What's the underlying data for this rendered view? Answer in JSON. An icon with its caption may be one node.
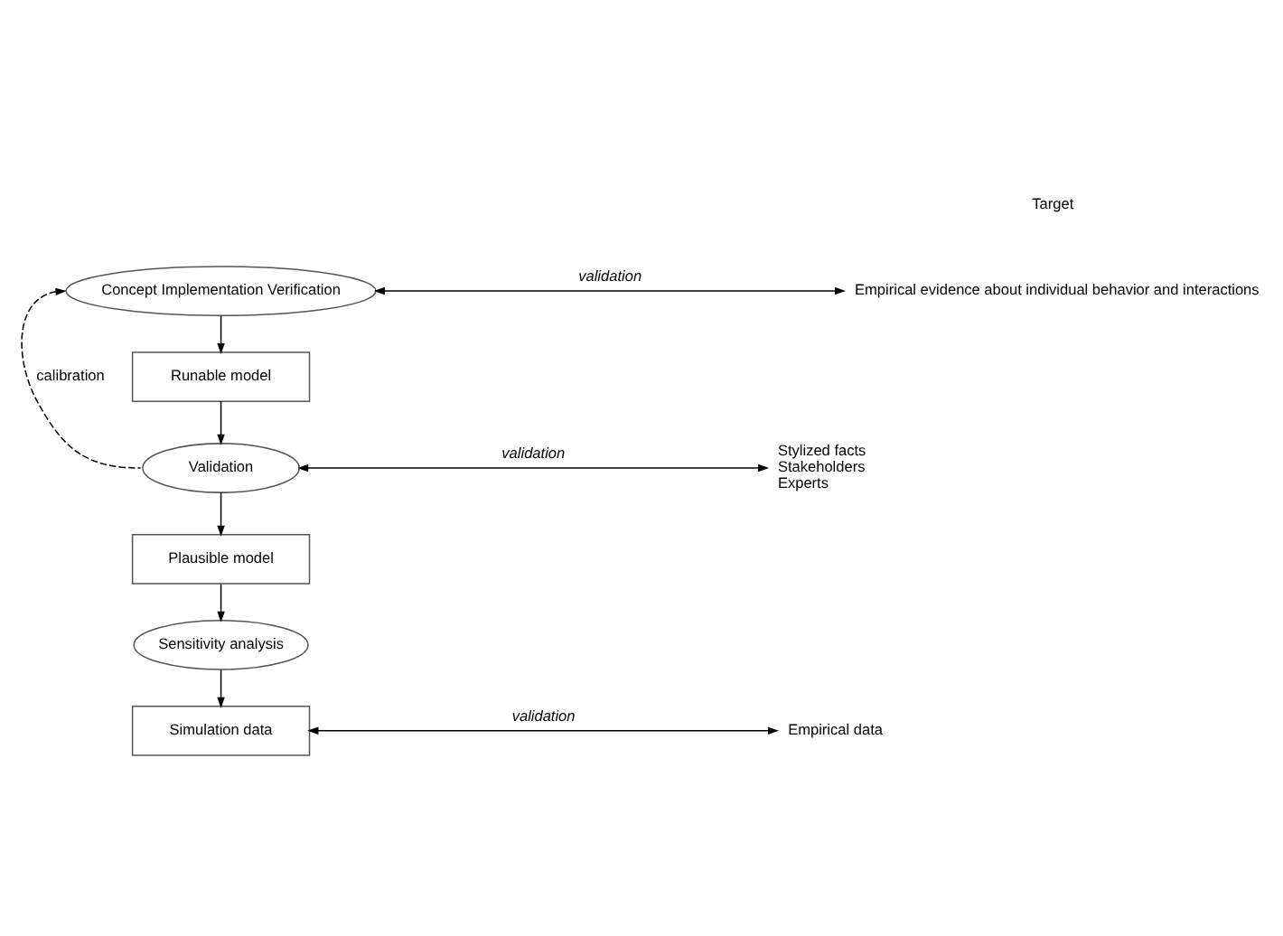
{
  "diagram": {
    "nodes": [
      {
        "text": [
          "Concept Implementation Verification"
        ]
      },
      {
        "text": [
          "Runable model"
        ]
      },
      {
        "text": [
          "Validation"
        ]
      },
      {
        "text": [
          "Plausible model"
        ]
      },
      {
        "text": [
          "Sensitivity analysis"
        ]
      },
      {
        "text": [
          "Simulation data"
        ]
      },
      {
        "text": [
          "Empirical evidence about individual behavior and interactions"
        ]
      },
      {
        "text": [
          "Stylized facts",
          "Stakeholders",
          "Experts"
        ]
      },
      {
        "text": [
          "Empirical data"
        ]
      }
    ],
    "edges": [
      {
        "from": 0,
        "to": 1,
        "arrow": "to"
      },
      {
        "from": 1,
        "to": 2,
        "arrow": "to"
      },
      {
        "from": 2,
        "to": 3,
        "arrow": "to"
      },
      {
        "from": 3,
        "to": 4,
        "arrow": "to"
      },
      {
        "from": 4,
        "to": 5,
        "arrow": "to"
      },
      {
        "from": 2,
        "to": 0,
        "arrow": "to",
        "label": "calibration",
        "style": "dashed"
      },
      {
        "from": 0,
        "to": 6,
        "arrow": "both",
        "label": "validation"
      },
      {
        "from": 2,
        "to": 7,
        "arrow": "both",
        "label": "validation"
      },
      {
        "from": 5,
        "to": 8,
        "arrow": "both",
        "label": "validation"
      }
    ],
    "labels": [
      "Target"
    ]
  }
}
